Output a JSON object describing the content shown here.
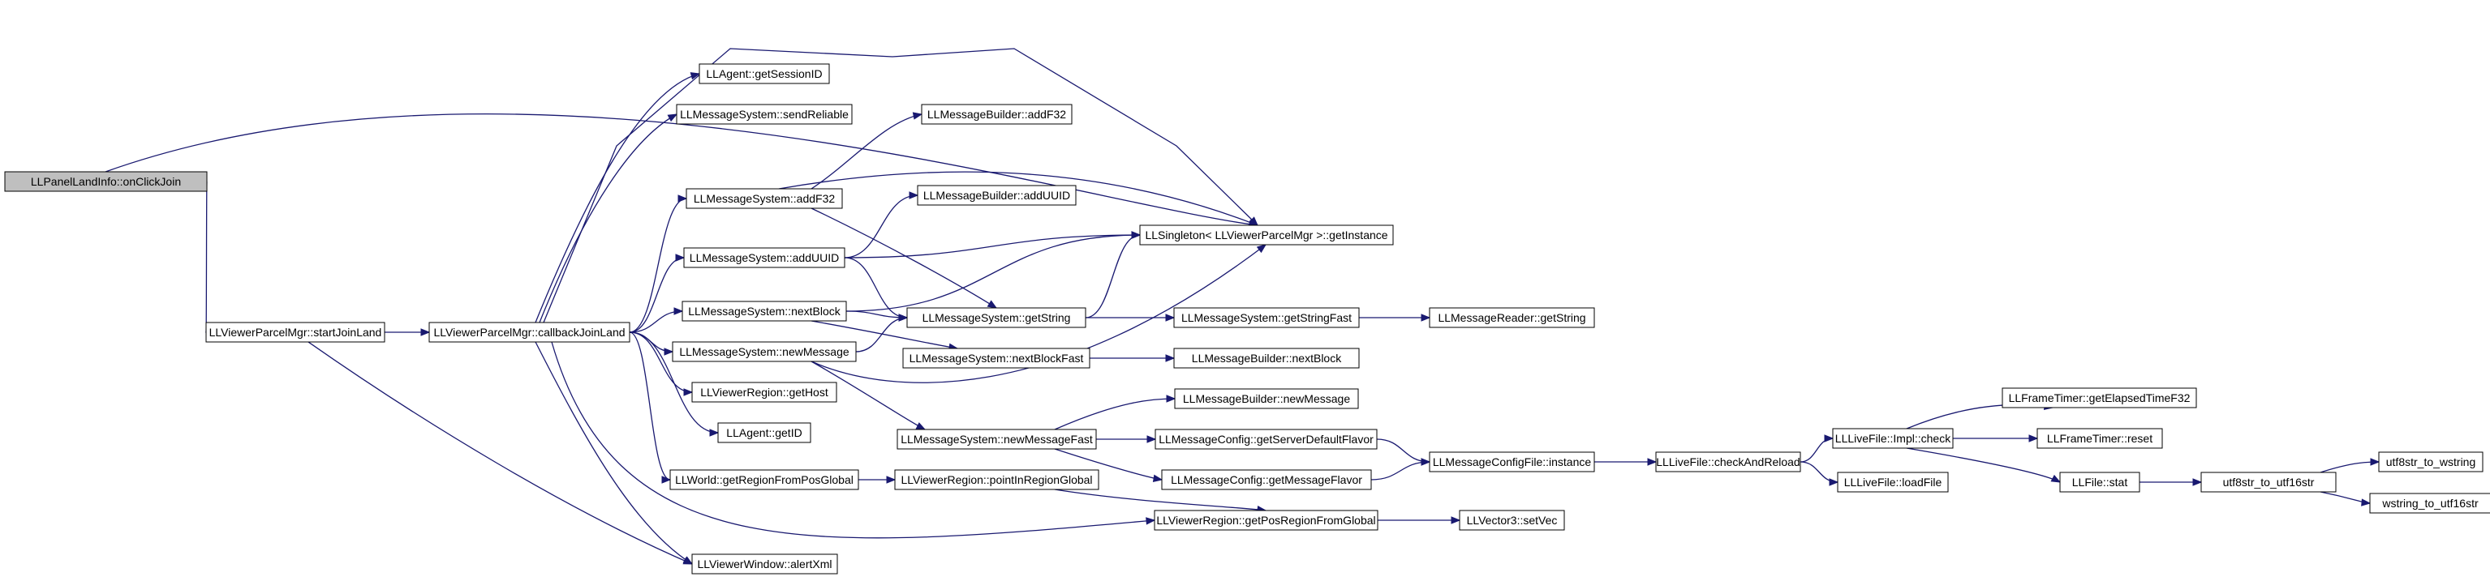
{
  "colors": {
    "edge": "#191970",
    "root_fill": "#bfbfbf",
    "node_fill": "#ffffff",
    "node_border": "#000000"
  },
  "nodes": {
    "n0": "LLPanelLandInfo::onClickJoin",
    "n1": "LLViewerParcelMgr::startJoinLand",
    "n2": "LLViewerParcelMgr::callbackJoinLand",
    "n3": "LLViewerWindow::alertXml",
    "n4": "LLAgent::getSessionID",
    "n5": "LLMessageSystem::sendReliable",
    "n6": "LLMessageSystem::addF32",
    "n7": "LLMessageSystem::addUUID",
    "n8": "LLMessageSystem::nextBlock",
    "n9": "LLMessageSystem::newMessage",
    "n10": "LLViewerRegion::getHost",
    "n11": "LLAgent::getID",
    "n12": "LLWorld::getRegionFromPosGlobal",
    "n13": "LLMessageBuilder::addF32",
    "n14": "LLMessageBuilder::addUUID",
    "n15": "LLSingleton< LLViewerParcelMgr >::getInstance",
    "n16": "LLMessageSystem::getString",
    "n17": "LLMessageSystem::nextBlockFast",
    "n18": "LLMessageSystem::newMessageFast",
    "n19": "LLMessageSystem::getStringFast",
    "n20": "LLMessageReader::getString",
    "n21": "LLMessageBuilder::nextBlock",
    "n22": "LLMessageBuilder::newMessage",
    "n23": "LLMessageConfig::getServerDefaultFlavor",
    "n24": "LLMessageConfig::getMessageFlavor",
    "n25": "LLMessageConfigFile::instance",
    "n26": "LLLiveFile::checkAndReload",
    "n27": "LLLiveFile::Impl::check",
    "n28": "LLLiveFile::loadFile",
    "n29": "LLFrameTimer::getElapsedTimeF32",
    "n30": "LLFrameTimer::reset",
    "n31": "LLFile::stat",
    "n32": "utf8str_to_utf16str",
    "n33": "utf8str_to_wstring",
    "n34": "wstring_to_utf16str",
    "n35": "LLViewerRegion::pointInRegionGlobal",
    "n36": "LLViewerRegion::getPosRegionFromGlobal",
    "n37": "LLVector3::setVec"
  },
  "edges": [
    [
      "n0",
      "n1"
    ],
    [
      "n0",
      "n15"
    ],
    [
      "n1",
      "n2"
    ],
    [
      "n1",
      "n3"
    ],
    [
      "n2",
      "n4"
    ],
    [
      "n2",
      "n5"
    ],
    [
      "n2",
      "n6"
    ],
    [
      "n2",
      "n7"
    ],
    [
      "n2",
      "n8"
    ],
    [
      "n2",
      "n9"
    ],
    [
      "n2",
      "n10"
    ],
    [
      "n2",
      "n11"
    ],
    [
      "n2",
      "n12"
    ],
    [
      "n2",
      "n36"
    ],
    [
      "n2",
      "n3"
    ],
    [
      "n2",
      "n15"
    ],
    [
      "n6",
      "n13"
    ],
    [
      "n6",
      "n15"
    ],
    [
      "n6",
      "n16"
    ],
    [
      "n7",
      "n14"
    ],
    [
      "n7",
      "n15"
    ],
    [
      "n7",
      "n16"
    ],
    [
      "n8",
      "n15"
    ],
    [
      "n8",
      "n16"
    ],
    [
      "n8",
      "n17"
    ],
    [
      "n9",
      "n16"
    ],
    [
      "n9",
      "n18"
    ],
    [
      "n9",
      "n15"
    ],
    [
      "n16",
      "n15"
    ],
    [
      "n16",
      "n19"
    ],
    [
      "n19",
      "n20"
    ],
    [
      "n17",
      "n21"
    ],
    [
      "n18",
      "n22"
    ],
    [
      "n18",
      "n23"
    ],
    [
      "n18",
      "n24"
    ],
    [
      "n23",
      "n25"
    ],
    [
      "n24",
      "n25"
    ],
    [
      "n25",
      "n26"
    ],
    [
      "n26",
      "n27"
    ],
    [
      "n26",
      "n28"
    ],
    [
      "n27",
      "n29"
    ],
    [
      "n27",
      "n30"
    ],
    [
      "n27",
      "n31"
    ],
    [
      "n31",
      "n32"
    ],
    [
      "n32",
      "n33"
    ],
    [
      "n32",
      "n34"
    ],
    [
      "n12",
      "n35"
    ],
    [
      "n35",
      "n36"
    ],
    [
      "n36",
      "n37"
    ]
  ]
}
